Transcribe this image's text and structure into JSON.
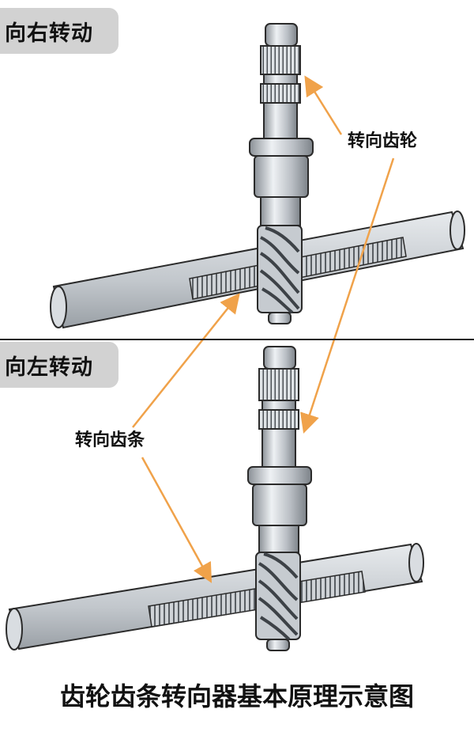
{
  "panels": {
    "top_label": "向右转动",
    "bottom_label": "向左转动"
  },
  "callouts": {
    "gear": "转向齿轮",
    "rack": "转向齿条"
  },
  "caption": "齿轮齿条转向器基本原理示意图",
  "colors": {
    "arrow": "#f0a24a",
    "metal": "#c4c9cf",
    "outline": "#2b2b2b",
    "tag_bg": "#d2d2d2"
  }
}
